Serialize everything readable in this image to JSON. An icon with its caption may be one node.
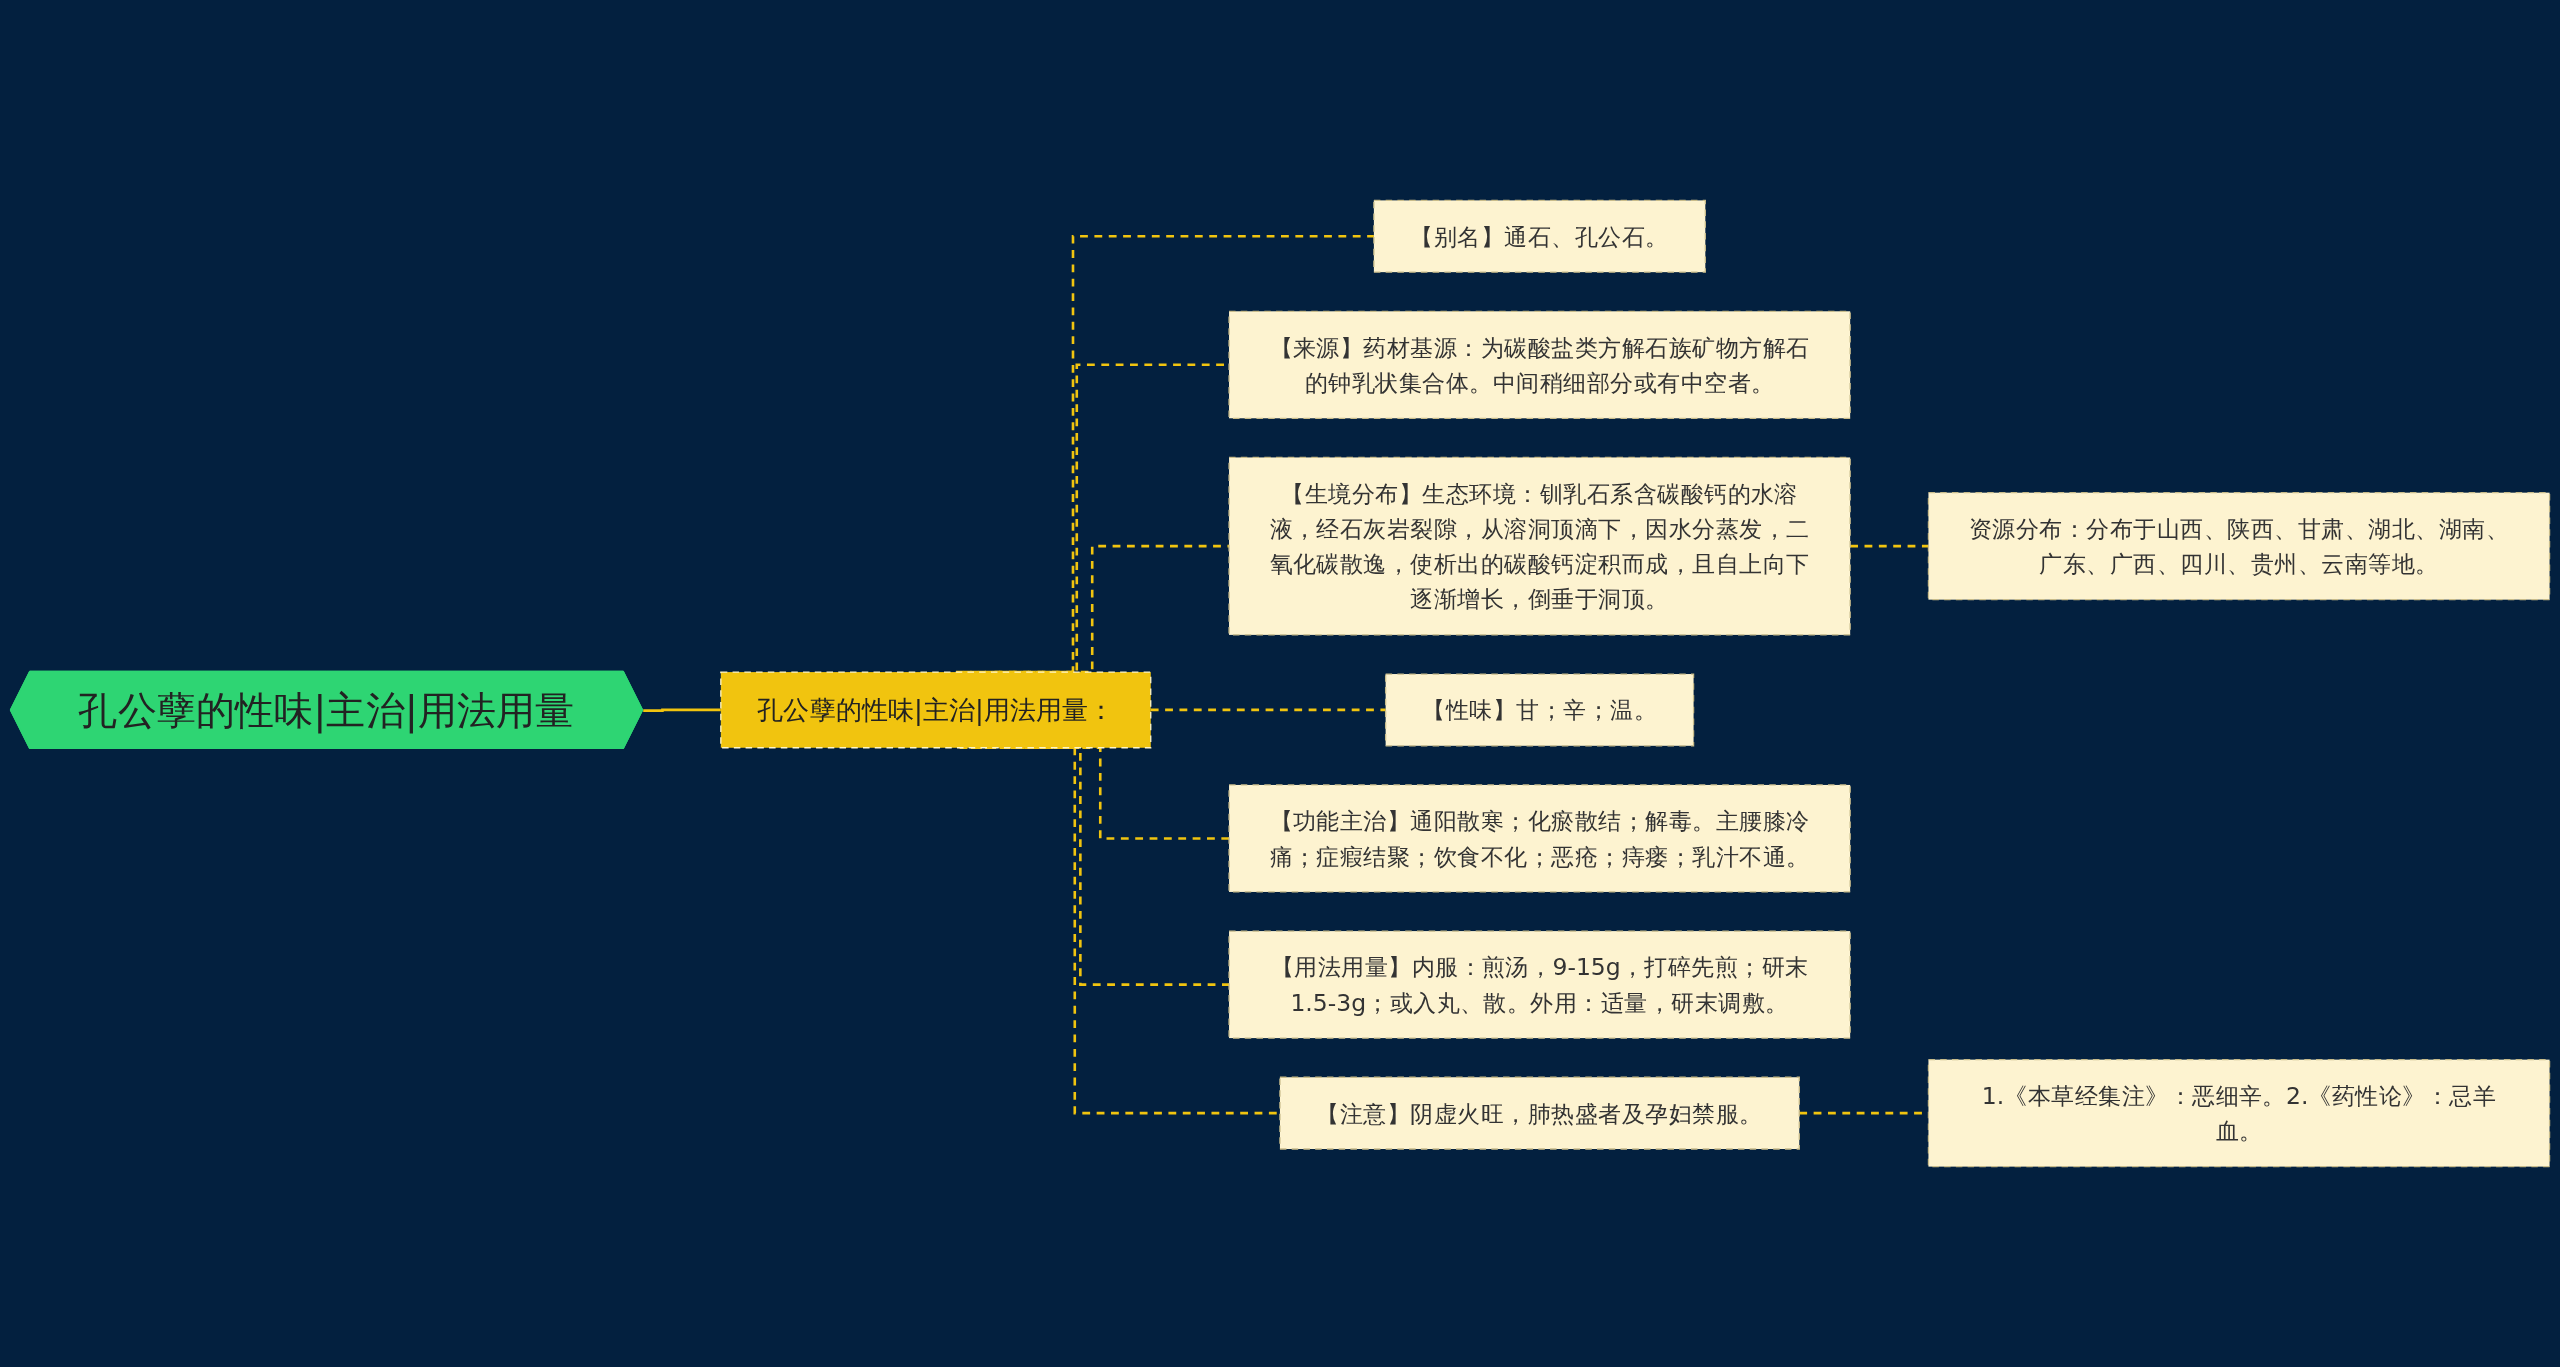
{
  "diagram": {
    "nodes": [
      {
        "text": [
          "孔公孽的性味|主治|用法用量"
        ]
      },
      {
        "text": [
          "孔公孽的性味|主治|用法用量："
        ]
      },
      {
        "text": [
          "【别名】通石、孔公石。"
        ]
      },
      {
        "text": [
          "【来源】药材基源：为碳酸盐类方解石族矿物方解石的钟乳状集合体。中间稍细部分或有中空者。"
        ]
      },
      {
        "text": [
          "【生境分布】生态环境：钏乳石系含碳酸钙的水溶液，经石灰岩裂隙，从溶洞顶滴下，因水分蒸发，二氧化碳散逸，使析出的碳酸钙淀积而成，且自上向下逐渐增长，倒垂于洞顶。"
        ]
      },
      {
        "text": [
          "资源分布：分布于山西、陕西、甘肃、湖北、湖南、广东、广西、四川、贵州、云南等地。"
        ]
      },
      {
        "text": [
          "【性味】甘；辛；温。"
        ]
      },
      {
        "text": [
          "【功能主治】通阳散寒；化瘀散结；解毒。主腰膝冷痛；症瘕结聚；饮食不化；恶疮；痔瘘；乳汁不通。"
        ]
      },
      {
        "text": [
          "【用法用量】内服：煎汤，9-15g，打碎先煎；研末1.5-3g；或入丸、散。外用：适量，研末调敷。"
        ]
      },
      {
        "text": [
          "【注意】阴虚火旺，肺热盛者及孕妇禁服。"
        ]
      },
      {
        "text": [
          "1.《本草经集注》：恶细辛。2.《药性论》：忌羊血。"
        ]
      }
    ],
    "edges": [
      {
        "from": 0,
        "to": 1,
        "arrow": "none"
      },
      {
        "from": 1,
        "to": 2,
        "arrow": "none",
        "style": "dashed"
      },
      {
        "from": 1,
        "to": 3,
        "arrow": "none",
        "style": "dashed"
      },
      {
        "from": 1,
        "to": 4,
        "arrow": "none",
        "style": "dashed"
      },
      {
        "from": 4,
        "to": 5,
        "arrow": "none",
        "style": "dashed"
      },
      {
        "from": 1,
        "to": 6,
        "arrow": "none",
        "style": "dashed"
      },
      {
        "from": 1,
        "to": 7,
        "arrow": "none",
        "style": "dashed"
      },
      {
        "from": 1,
        "to": 8,
        "arrow": "none",
        "style": "dashed"
      },
      {
        "from": 1,
        "to": 9,
        "arrow": "none",
        "style": "dashed"
      },
      {
        "from": 9,
        "to": 10,
        "arrow": "none",
        "style": "dashed"
      }
    ]
  }
}
